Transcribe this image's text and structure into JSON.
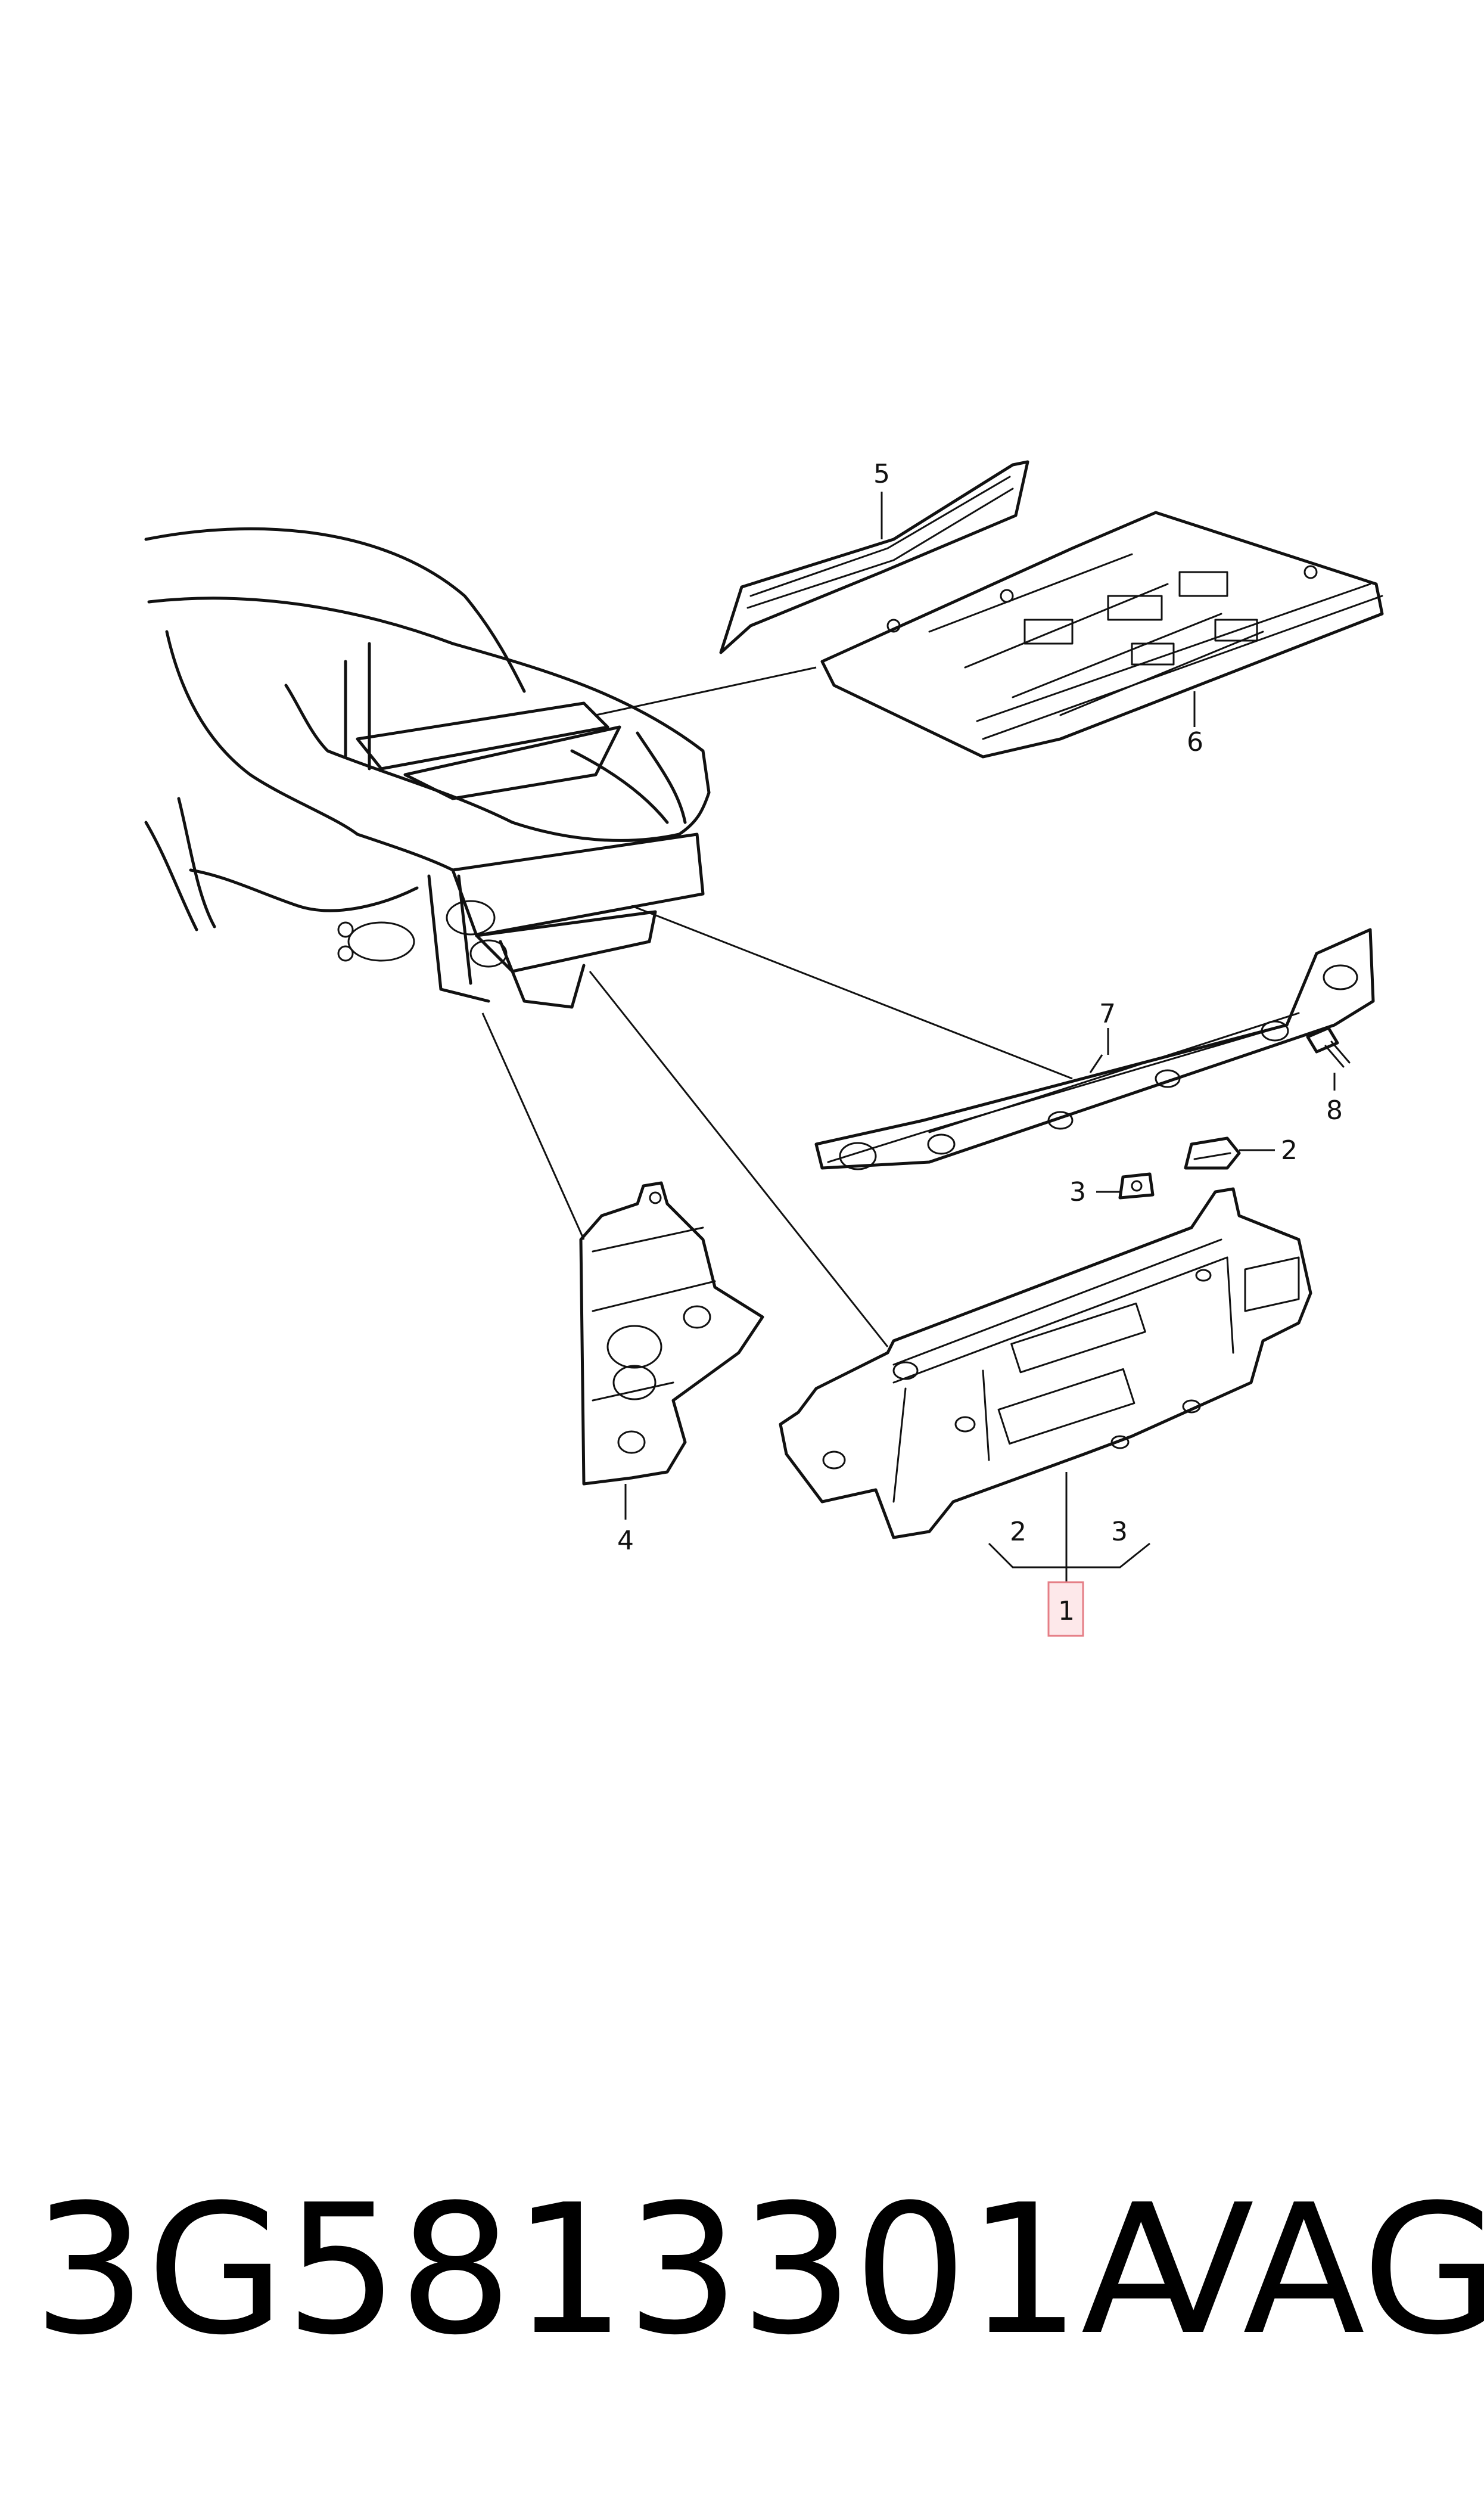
{
  "callouts": {
    "c1": "1",
    "c2a": "2",
    "c2b": "2",
    "c3a": "3",
    "c3b": "3",
    "c4": "4",
    "c5": "5",
    "c6": "6",
    "c7": "7",
    "c8": "8"
  },
  "footer": {
    "part_number": "3G5813301A",
    "brand": "VAG"
  },
  "colors": {
    "line": "#111111",
    "highlight_fill": "#fde8ea",
    "highlight_stroke": "#e57e86"
  }
}
